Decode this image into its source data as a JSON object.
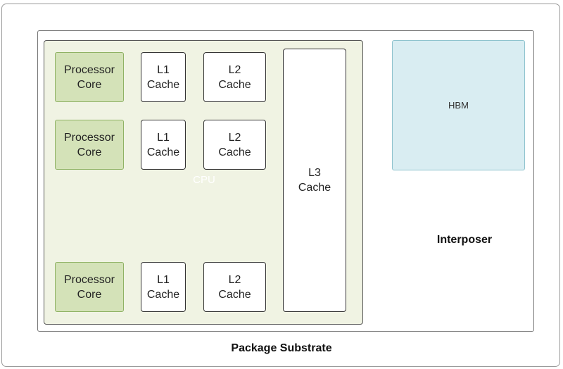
{
  "package_substrate": {
    "label": "Package Substrate"
  },
  "interposer": {
    "label": "Interposer"
  },
  "cpu": {
    "label": "CPU",
    "rows": [
      {
        "core": "Processor\nCore",
        "l1": "L1\nCache",
        "l2": "L2\nCache"
      },
      {
        "core": "Processor\nCore",
        "l1": "L1\nCache",
        "l2": "L2\nCache"
      },
      {
        "core": "Processor\nCore",
        "l1": "L1\nCache",
        "l2": "L2\nCache"
      }
    ],
    "l3": "L3\nCache"
  },
  "hbm": {
    "label": "HBM"
  },
  "colors": {
    "cpu_fill": "#f0f3e3",
    "core_fill": "#d4e2b8",
    "core_border": "#8fb264",
    "hbm_fill": "#d9edf2",
    "hbm_border": "#8ec3ce"
  }
}
